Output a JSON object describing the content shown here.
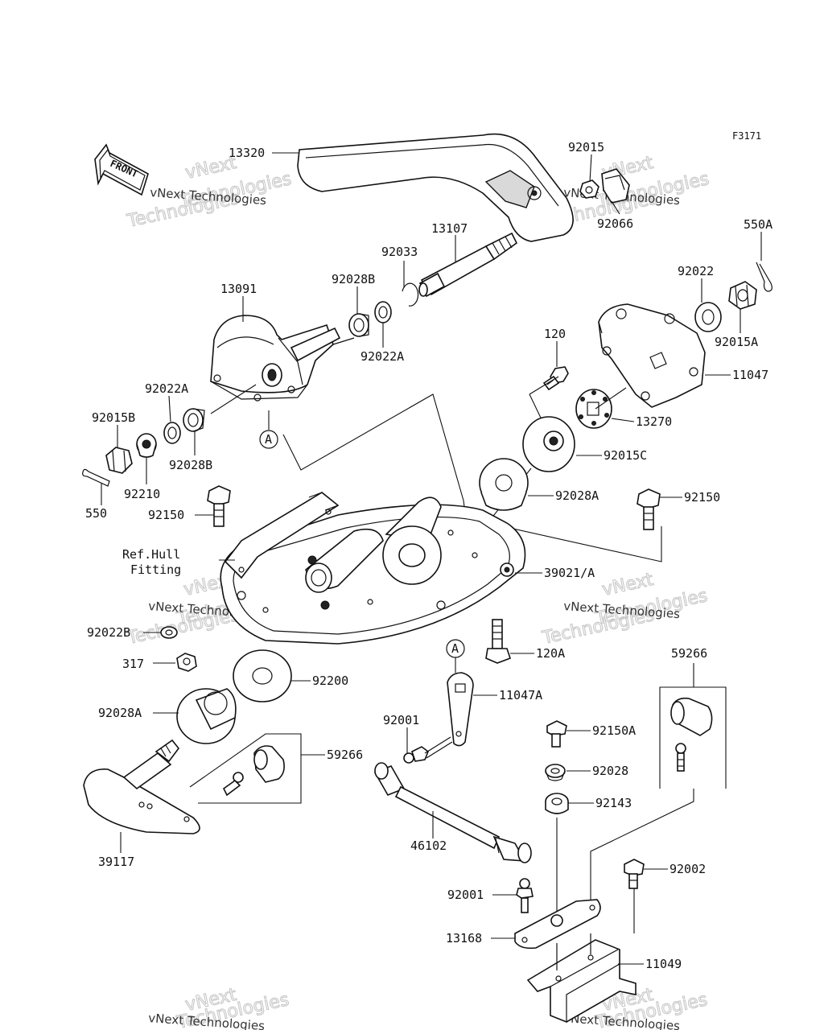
{
  "figure_code": "F3171",
  "front_arrow_text": "FRONT",
  "watermark": {
    "word1": "vNext",
    "word2": "Technologies",
    "caption": "vNext Technologies"
  },
  "callout": "A",
  "ref_note": {
    "line1": "Ref.Hull",
    "line2": "Fitting"
  },
  "parts": {
    "p13320": "13320",
    "p92015": "92015",
    "p92066": "92066",
    "p550A": "550A",
    "p13107": "13107",
    "p92033": "92033",
    "p92028B_top": "92028B",
    "p92022A_top": "92022A",
    "p13091": "13091",
    "p92022": "92022",
    "p92015A": "92015A",
    "p11047": "11047",
    "p120": "120",
    "p13270": "13270",
    "p92015C": "92015C",
    "p92022A_left": "92022A",
    "p92015B": "92015B",
    "p92028B_left": "92028B",
    "p92210": "92210",
    "p550": "550",
    "p92150_left": "92150",
    "p92028A_mid": "92028A",
    "p92150_right": "92150",
    "p39021A": "39021/A",
    "p92022B": "92022B",
    "p120A": "120A",
    "p317": "317",
    "p92200": "92200",
    "p11047A": "11047A",
    "p59266_right": "59266",
    "p92028A_low": "92028A",
    "p92001_mid": "92001",
    "p92150A": "92150A",
    "p59266_left": "59266",
    "p92028": "92028",
    "p92143": "92143",
    "p46102": "46102",
    "p39117": "39117",
    "p92002": "92002",
    "p92001_low": "92001",
    "p13168": "13168",
    "p11049": "11049"
  }
}
